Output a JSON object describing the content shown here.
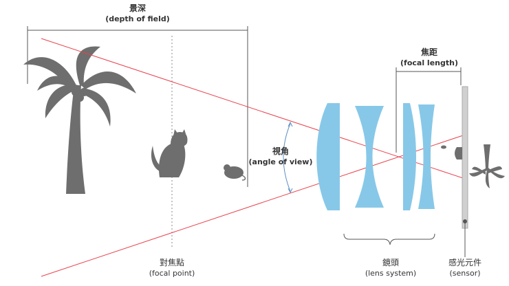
{
  "colors": {
    "silhouette": "#6e6e6e",
    "lens": "#87c8e8",
    "ray": "#e8424c",
    "dim_line": "#555555",
    "arc": "#5b8fc4",
    "sensor": "#d0d0d0"
  },
  "labels": {
    "depth_of_field": {
      "zh": "景深",
      "en": "(depth of field)"
    },
    "focal_length": {
      "zh": "焦距",
      "en": "(focal length)"
    },
    "angle_of_view": {
      "zh": "視角",
      "en": "(angle of view)"
    },
    "focal_point": {
      "zh": "對焦點",
      "en": "(focal point)"
    },
    "lens_system": {
      "zh": "鏡頭",
      "en": "(lens system)"
    },
    "sensor": {
      "zh": "感光元件",
      "en": "(sensor)"
    }
  },
  "icons": [
    "palm-tree-icon",
    "cat-icon",
    "mouse-icon",
    "inverted-palm-tree-icon",
    "inverted-cat-icon",
    "inverted-mouse-icon"
  ]
}
